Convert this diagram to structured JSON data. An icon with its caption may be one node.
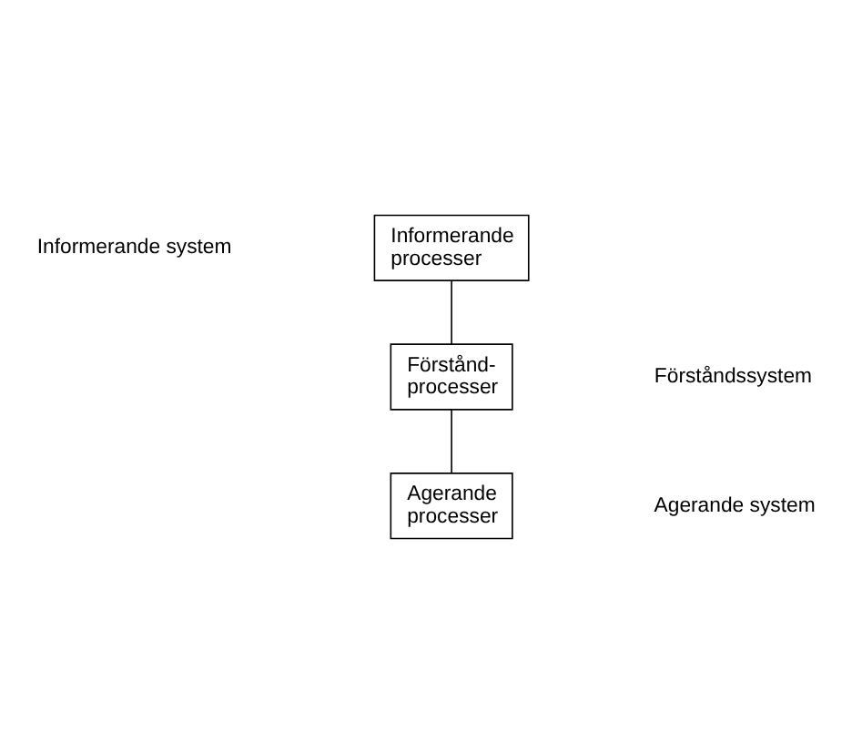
{
  "diagram": {
    "nodes": [
      {
        "text": [
          "Informerande processer"
        ]
      },
      {
        "text": [
          "Förstånd- processer"
        ]
      },
      {
        "text": [
          "Agerande processer"
        ]
      }
    ],
    "edges": [
      {
        "from": 0,
        "to": 1,
        "arrow": "none"
      },
      {
        "from": 1,
        "to": 2,
        "arrow": "none"
      }
    ],
    "labels": [
      "Informerande system",
      "Förståndssystem",
      "Agerande system"
    ]
  }
}
